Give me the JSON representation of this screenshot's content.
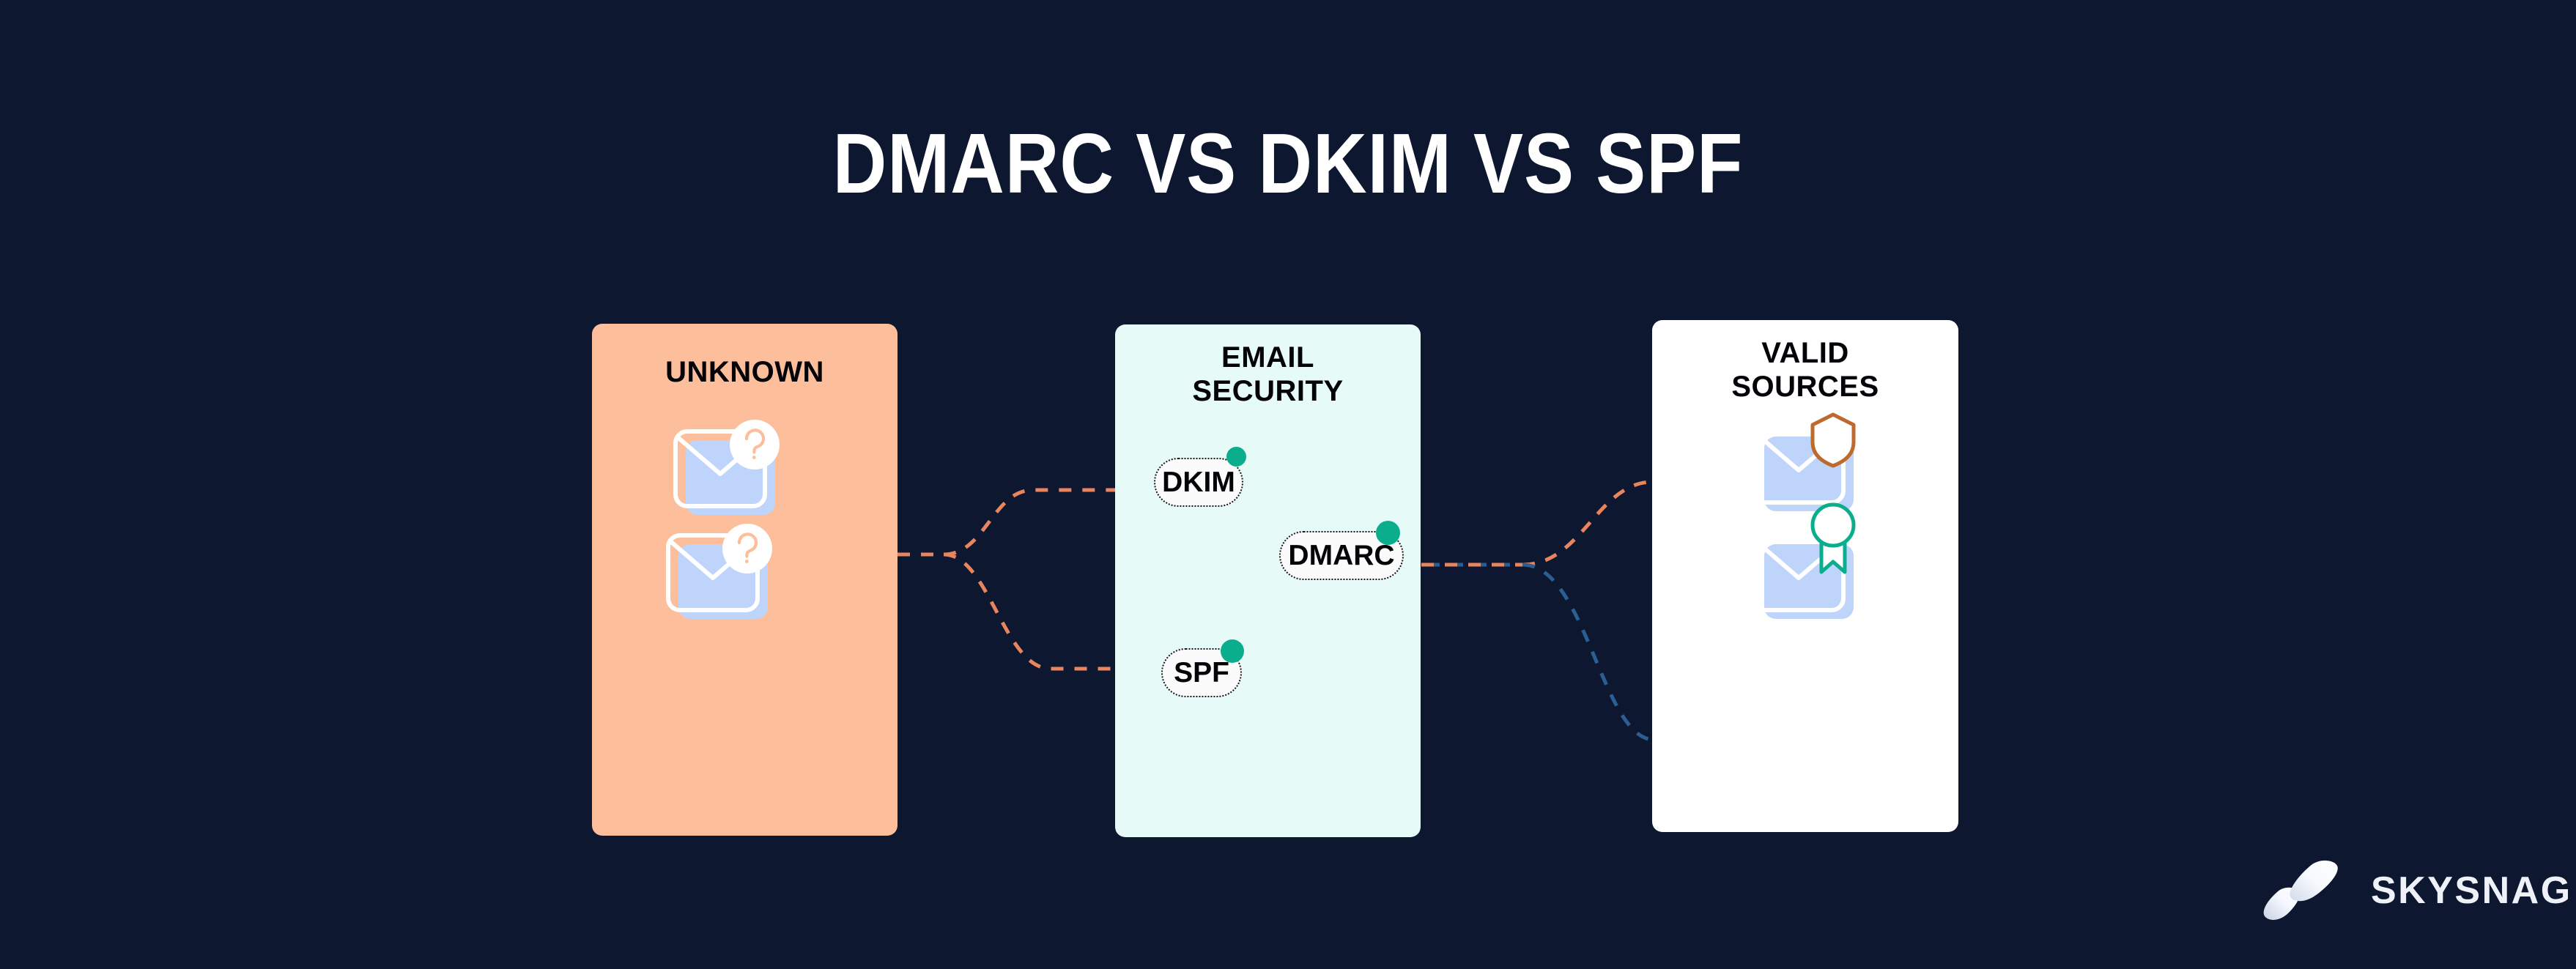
{
  "title": "DMARC VS DKIM VS SPF",
  "background_color": "#0E1730",
  "panels": {
    "unknown": {
      "title": "UNKNOWN",
      "background_color": "#FCBE9B",
      "envelopes": [
        {
          "badge": "question-badge",
          "badge_text": "?"
        },
        {
          "badge": "question-badge",
          "badge_text": "?"
        }
      ]
    },
    "email_security": {
      "title": "EMAIL\nSECURITY",
      "background_color": "#E6FAF8",
      "nodes": [
        {
          "label": "DKIM",
          "status_color": "#0BAE8C"
        },
        {
          "label": "SPF",
          "status_color": "#0BAE8C"
        },
        {
          "label": "DMARC",
          "status_color": "#0BAE8C"
        }
      ]
    },
    "valid_sources": {
      "title": "VALID\nSOURCES",
      "background_color": "#FFFFFF",
      "envelopes": [
        {
          "badge": "shield-icon",
          "badge_color": "#BE6A2E"
        },
        {
          "badge": "ribbon-award-icon",
          "badge_color": "#0BAE8C"
        }
      ]
    }
  },
  "connectors": {
    "unknown_to_security_color": "#E8855E",
    "security_internal_color": "#1EC9A5",
    "dmarc_to_valid_top_color": "#E8855E",
    "dmarc_to_valid_bottom_color": "#2B5F93"
  },
  "brand": {
    "name": "SKYSNAG",
    "mark": "skysnag-logo-mark"
  },
  "chart_data": {
    "type": "diagram",
    "title": "DMARC VS DKIM VS SPF",
    "stages": [
      "UNKNOWN",
      "EMAIL SECURITY",
      "VALID SOURCES"
    ],
    "nodes": [
      "DKIM",
      "SPF",
      "DMARC"
    ],
    "edges": [
      {
        "from": "UNKNOWN",
        "to": "DKIM",
        "style": "dashed",
        "color": "#E8855E"
      },
      {
        "from": "UNKNOWN",
        "to": "SPF",
        "style": "dashed",
        "color": "#E8855E"
      },
      {
        "from": "DKIM",
        "to": "DMARC",
        "style": "dotted",
        "color": "#1EC9A5"
      },
      {
        "from": "SPF",
        "to": "DMARC",
        "style": "dotted",
        "color": "#1EC9A5"
      },
      {
        "from": "DMARC",
        "to": "VALID SOURCES (shielded email)",
        "style": "dashed",
        "color": "#E8855E"
      },
      {
        "from": "DMARC",
        "to": "VALID SOURCES (certified email)",
        "style": "dashed",
        "color": "#2B5F93"
      }
    ]
  }
}
